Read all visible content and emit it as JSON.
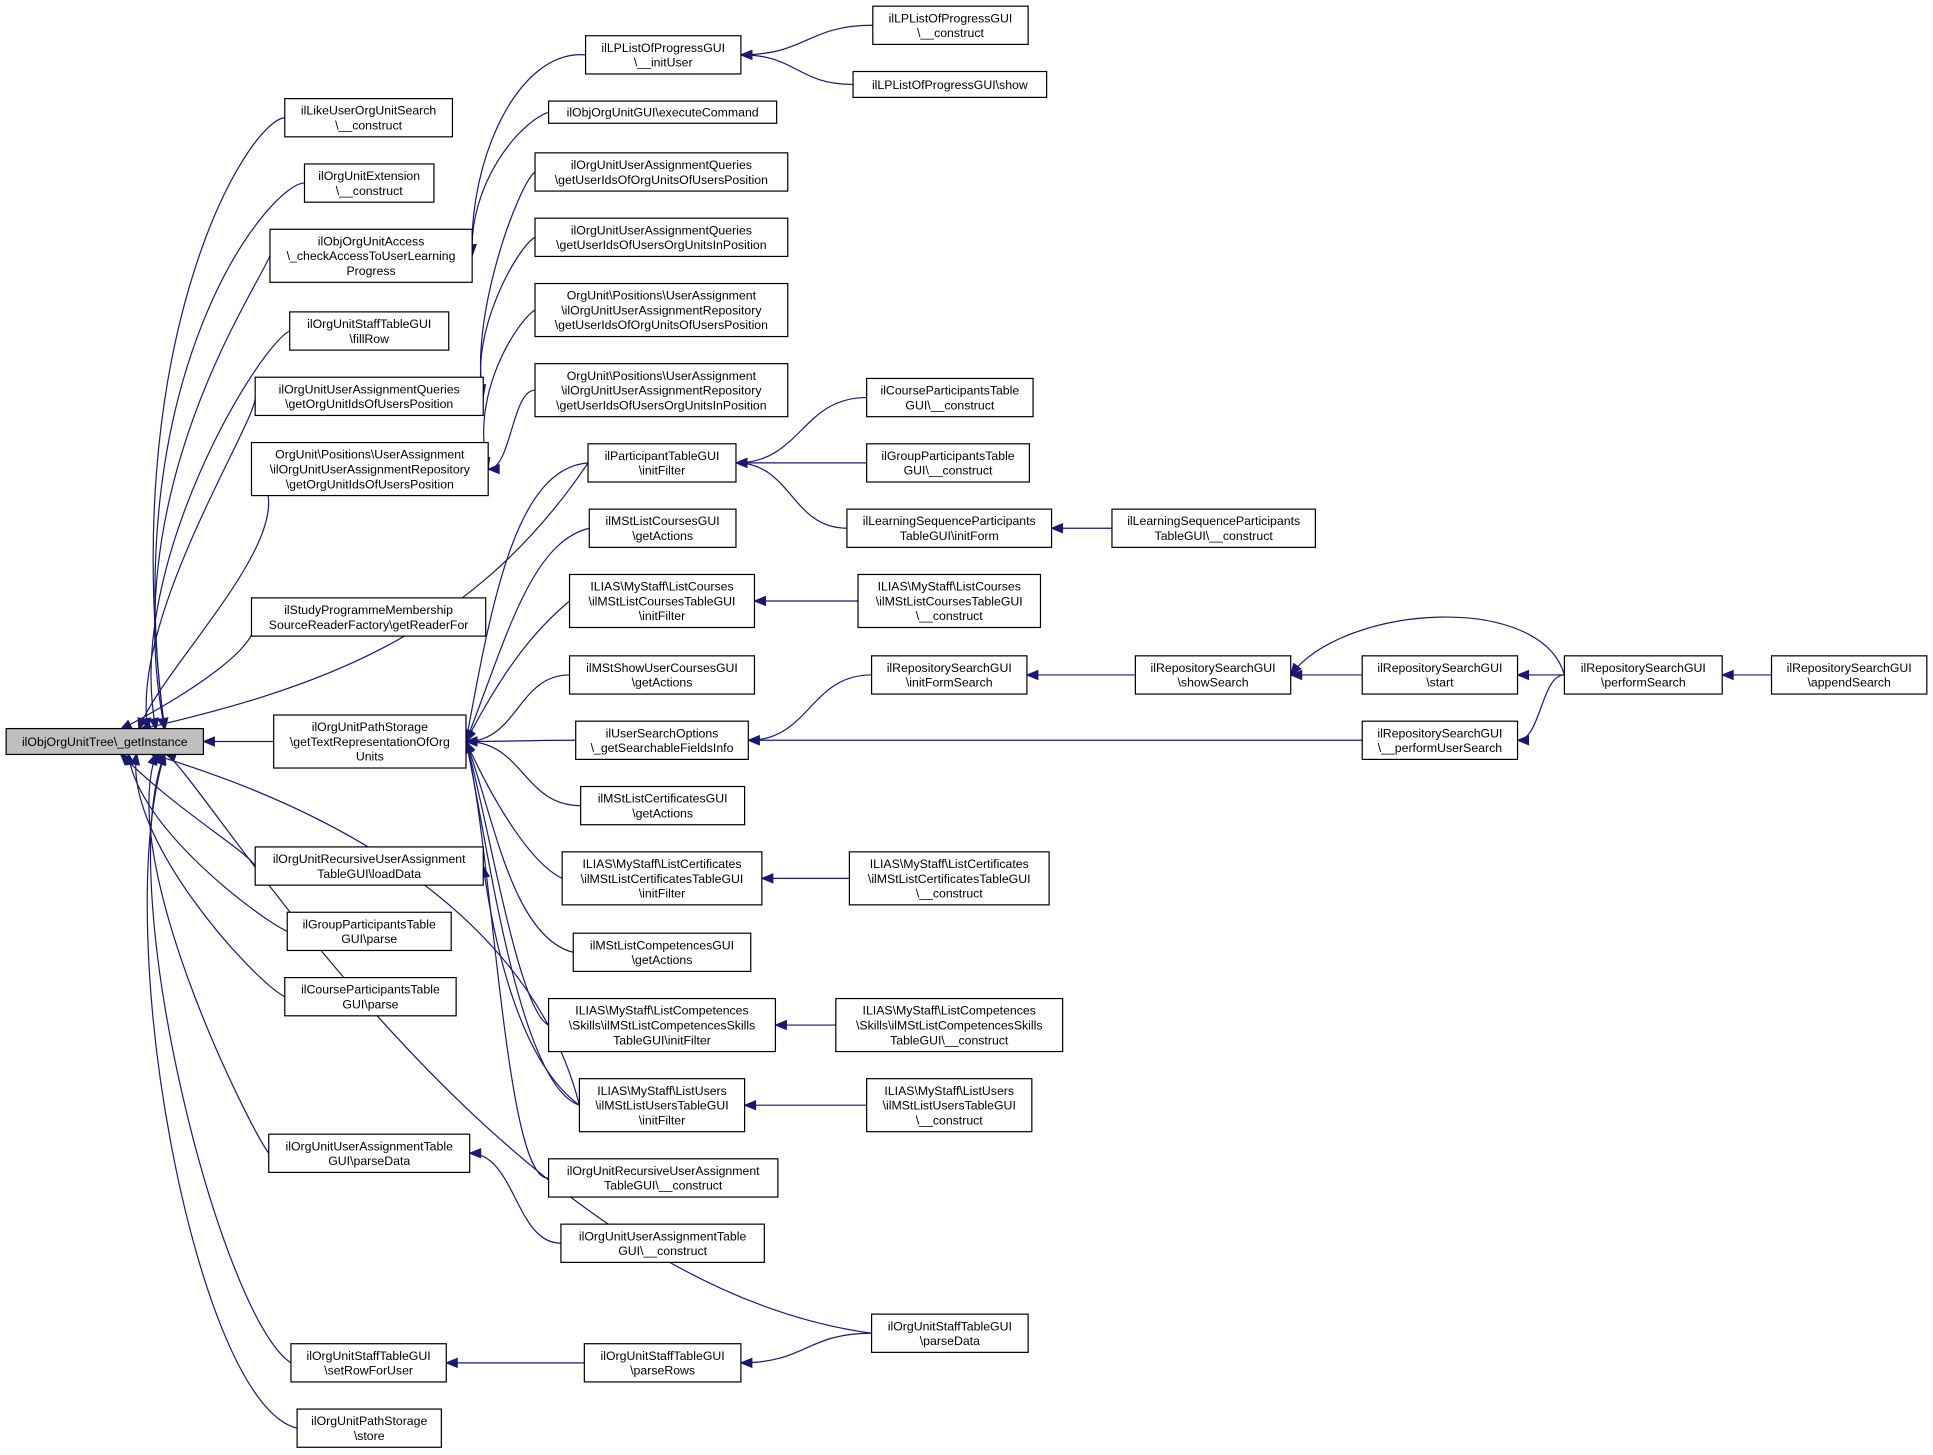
{
  "graph": {
    "nodes": [
      {
        "id": "root",
        "lines": [
          "ilObjOrgUnitTree\\_getInstance"
        ],
        "root": true
      },
      {
        "id": "a1",
        "lines": [
          "ilLikeUserOrgUnitSearch",
          "\\__construct"
        ]
      },
      {
        "id": "a2",
        "lines": [
          "ilOrgUnitExtension",
          "\\__construct"
        ]
      },
      {
        "id": "a3",
        "lines": [
          "ilObjOrgUnitAccess",
          "\\_checkAccessToUserLearning",
          "Progress"
        ]
      },
      {
        "id": "a4",
        "lines": [
          "ilOrgUnitStaffTableGUI",
          "\\fillRow"
        ]
      },
      {
        "id": "a5",
        "lines": [
          "ilOrgUnitUserAssignmentQueries",
          "\\getOrgUnitIdsOfUsersPosition"
        ]
      },
      {
        "id": "a6",
        "lines": [
          "OrgUnit\\Positions\\UserAssignment",
          "\\ilOrgUnitUserAssignmentRepository",
          "\\getOrgUnitIdsOfUsersPosition"
        ]
      },
      {
        "id": "a7",
        "lines": [
          "ilStudyProgrammeMembership",
          "SourceReaderFactory\\getReaderFor"
        ]
      },
      {
        "id": "a8",
        "lines": [
          "ilOrgUnitPathStorage",
          "\\getTextRepresentationOfOrg",
          "Units"
        ]
      },
      {
        "id": "a9",
        "lines": [
          "ilOrgUnitRecursiveUserAssignment",
          "TableGUI\\loadData"
        ]
      },
      {
        "id": "a10",
        "lines": [
          "ilGroupParticipantsTable",
          "GUI\\parse"
        ]
      },
      {
        "id": "a11",
        "lines": [
          "ilCourseParticipantsTable",
          "GUI\\parse"
        ]
      },
      {
        "id": "a12",
        "lines": [
          "ilOrgUnitUserAssignmentTable",
          "GUI\\parseData"
        ]
      },
      {
        "id": "a13",
        "lines": [
          "ilOrgUnitStaffTableGUI",
          "\\setRowForUser"
        ]
      },
      {
        "id": "a14",
        "lines": [
          "ilOrgUnitPathStorage",
          "\\store"
        ]
      },
      {
        "id": "b1",
        "lines": [
          "ilLPListOfProgressGUI",
          "\\__initUser"
        ]
      },
      {
        "id": "b2",
        "lines": [
          "ilObjOrgUnitGUI\\executeCommand"
        ]
      },
      {
        "id": "b3",
        "lines": [
          "ilOrgUnitUserAssignmentQueries",
          "\\getUserIdsOfOrgUnitsOfUsersPosition"
        ]
      },
      {
        "id": "b4",
        "lines": [
          "ilOrgUnitUserAssignmentQueries",
          "\\getUserIdsOfUsersOrgUnitsInPosition"
        ]
      },
      {
        "id": "b5",
        "lines": [
          "OrgUnit\\Positions\\UserAssignment",
          "\\ilOrgUnitUserAssignmentRepository",
          "\\getUserIdsOfOrgUnitsOfUsersPosition"
        ]
      },
      {
        "id": "b6",
        "lines": [
          "OrgUnit\\Positions\\UserAssignment",
          "\\ilOrgUnitUserAssignmentRepository",
          "\\getUserIdsOfUsersOrgUnitsInPosition"
        ]
      },
      {
        "id": "b7",
        "lines": [
          "ilParticipantTableGUI",
          "\\initFilter"
        ]
      },
      {
        "id": "b8",
        "lines": [
          "ilMStListCoursesGUI",
          "\\getActions"
        ]
      },
      {
        "id": "b9",
        "lines": [
          "ILIAS\\MyStaff\\ListCourses",
          "\\ilMStListCoursesTableGUI",
          "\\initFilter"
        ]
      },
      {
        "id": "b10",
        "lines": [
          "ilMStShowUserCoursesGUI",
          "\\getActions"
        ]
      },
      {
        "id": "b11",
        "lines": [
          "ilUserSearchOptions",
          "\\_getSearchableFieldsInfo"
        ]
      },
      {
        "id": "b12",
        "lines": [
          "ilMStListCertificatesGUI",
          "\\getActions"
        ]
      },
      {
        "id": "b13",
        "lines": [
          "ILIAS\\MyStaff\\ListCertificates",
          "\\ilMStListCertificatesTableGUI",
          "\\initFilter"
        ]
      },
      {
        "id": "b14",
        "lines": [
          "ilMStListCompetencesGUI",
          "\\getActions"
        ]
      },
      {
        "id": "b15",
        "lines": [
          "ILIAS\\MyStaff\\ListCompetences",
          "\\Skills\\ilMStListCompetencesSkills",
          "TableGUI\\initFilter"
        ]
      },
      {
        "id": "b16",
        "lines": [
          "ILIAS\\MyStaff\\ListUsers",
          "\\ilMStListUsersTableGUI",
          "\\initFilter"
        ]
      },
      {
        "id": "b17",
        "lines": [
          "ilOrgUnitRecursiveUserAssignment",
          "TableGUI\\__construct"
        ]
      },
      {
        "id": "b18",
        "lines": [
          "ilOrgUnitUserAssignmentTable",
          "GUI\\__construct"
        ]
      },
      {
        "id": "b19",
        "lines": [
          "ilOrgUnitStaffTableGUI",
          "\\parseRows"
        ]
      },
      {
        "id": "c1",
        "lines": [
          "ilLPListOfProgressGUI",
          "\\__construct"
        ]
      },
      {
        "id": "c2",
        "lines": [
          "ilLPListOfProgressGUI\\show"
        ]
      },
      {
        "id": "c3",
        "lines": [
          "ilCourseParticipantsTable",
          "GUI\\__construct"
        ]
      },
      {
        "id": "c4",
        "lines": [
          "ilGroupParticipantsTable",
          "GUI\\__construct"
        ]
      },
      {
        "id": "c5",
        "lines": [
          "ilLearningSequenceParticipants",
          "TableGUI\\initForm"
        ]
      },
      {
        "id": "c6",
        "lines": [
          "ILIAS\\MyStaff\\ListCourses",
          "\\ilMStListCoursesTableGUI",
          "\\__construct"
        ]
      },
      {
        "id": "c7",
        "lines": [
          "ilRepositorySearchGUI",
          "\\initFormSearch"
        ]
      },
      {
        "id": "c8",
        "lines": [
          "ILIAS\\MyStaff\\ListCertificates",
          "\\ilMStListCertificatesTableGUI",
          "\\__construct"
        ]
      },
      {
        "id": "c9",
        "lines": [
          "ILIAS\\MyStaff\\ListCompetences",
          "\\Skills\\ilMStListCompetencesSkills",
          "TableGUI\\__construct"
        ]
      },
      {
        "id": "c10",
        "lines": [
          "ILIAS\\MyStaff\\ListUsers",
          "\\ilMStListUsersTableGUI",
          "\\__construct"
        ]
      },
      {
        "id": "c11",
        "lines": [
          "ilOrgUnitStaffTableGUI",
          "\\parseData"
        ]
      },
      {
        "id": "d1",
        "lines": [
          "ilLearningSequenceParticipants",
          "TableGUI\\__construct"
        ]
      },
      {
        "id": "d2",
        "lines": [
          "ilRepositorySearchGUI",
          "\\showSearch"
        ]
      },
      {
        "id": "e1",
        "lines": [
          "ilRepositorySearchGUI",
          "\\start"
        ]
      },
      {
        "id": "e2",
        "lines": [
          "ilRepositorySearchGUI",
          "\\__performUserSearch"
        ]
      },
      {
        "id": "f1",
        "lines": [
          "ilRepositorySearchGUI",
          "\\performSearch"
        ]
      },
      {
        "id": "g1",
        "lines": [
          "ilRepositorySearchGUI",
          "\\appendSearch"
        ]
      }
    ],
    "edges": [
      [
        "a1",
        "root"
      ],
      [
        "a2",
        "root"
      ],
      [
        "a3",
        "root"
      ],
      [
        "a4",
        "root"
      ],
      [
        "a5",
        "root"
      ],
      [
        "a6",
        "root"
      ],
      [
        "a7",
        "root"
      ],
      [
        "a8",
        "root"
      ],
      [
        "a9",
        "root"
      ],
      [
        "a10",
        "root"
      ],
      [
        "a11",
        "root"
      ],
      [
        "a12",
        "root"
      ],
      [
        "a13",
        "root"
      ],
      [
        "a14",
        "root"
      ],
      [
        "b7",
        "root"
      ],
      [
        "b16",
        "root"
      ],
      [
        "c11",
        "root"
      ],
      [
        "b1",
        "a3"
      ],
      [
        "b2",
        "a3"
      ],
      [
        "b3",
        "a5"
      ],
      [
        "b4",
        "a5"
      ],
      [
        "b5",
        "a6"
      ],
      [
        "b6",
        "a6"
      ],
      [
        "b7",
        "a8"
      ],
      [
        "b8",
        "a8"
      ],
      [
        "b9",
        "a8"
      ],
      [
        "b10",
        "a8"
      ],
      [
        "b11",
        "a8"
      ],
      [
        "b12",
        "a8"
      ],
      [
        "b13",
        "a8"
      ],
      [
        "b14",
        "a8"
      ],
      [
        "b15",
        "a8"
      ],
      [
        "b16",
        "a8"
      ],
      [
        "b17",
        "a8"
      ],
      [
        "b16",
        "a9"
      ],
      [
        "b18",
        "a12"
      ],
      [
        "b19",
        "a13"
      ],
      [
        "c1",
        "b1"
      ],
      [
        "c2",
        "b1"
      ],
      [
        "c3",
        "b7"
      ],
      [
        "c4",
        "b7"
      ],
      [
        "c5",
        "b7"
      ],
      [
        "c6",
        "b9"
      ],
      [
        "c7",
        "b11"
      ],
      [
        "e2",
        "b11"
      ],
      [
        "c8",
        "b13"
      ],
      [
        "c9",
        "b15"
      ],
      [
        "c10",
        "b16"
      ],
      [
        "c11",
        "b19"
      ],
      [
        "d1",
        "c5"
      ],
      [
        "d2",
        "c7"
      ],
      [
        "e1",
        "d2"
      ],
      [
        "f1",
        "d2"
      ],
      [
        "f1",
        "e1"
      ],
      [
        "f1",
        "e2"
      ],
      [
        "g1",
        "f1"
      ]
    ]
  }
}
